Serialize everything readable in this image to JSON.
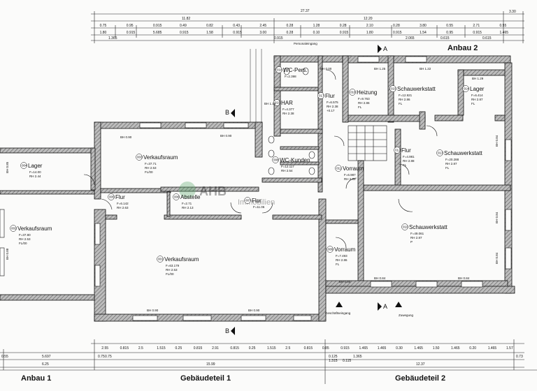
{
  "labels": {
    "anbau1": "Anbau 1",
    "anbau2": "Anbau 2",
    "gebaeudeteil1": "Gebäudeteil 1",
    "gebaeudeteil2": "Gebäudeteil 2",
    "personaleingang": "Personaleingang",
    "geschaeftseingang": "Geschäftseingang",
    "zuwegung": "Zuwegung",
    "watermark": "Immobilien",
    "section_A": "A",
    "section_B": "B"
  },
  "rooms": [
    {
      "id": "004",
      "name": "Lager",
      "f": "F=14.00",
      "rh": "RH 2.44",
      "floor": ""
    },
    {
      "id": "002",
      "name": "Verkaufsraum",
      "f": "F=37.80",
      "rh": "RH 2.53",
      "floor": "FL/00"
    },
    {
      "id": "003",
      "name": "Verkaufsraum",
      "f": "F=37.71",
      "rh": "RH 2.53",
      "floor": "FL/00"
    },
    {
      "id": "005",
      "name": "Flur",
      "f": "F=6.142",
      "rh": "RH 2.63",
      "floor": ""
    },
    {
      "id": "006",
      "name": "Abstelle",
      "f": "F=2.71",
      "rh": "RH 2.13",
      "floor": ""
    },
    {
      "id": "007",
      "name": "Flur",
      "f": "F=11.06",
      "rh": "",
      "floor": ""
    },
    {
      "id": "001",
      "name": "Verkaufsraum",
      "f": "F=63.179",
      "rh": "RH 2.53",
      "floor": "FL/00"
    },
    {
      "id": "008",
      "name": "WC-Kunden",
      "f": "F=12.117",
      "rh": "RH 2.54",
      "floor": ""
    },
    {
      "id": "018",
      "name": "WC-Pers.",
      "f": "F=2.398",
      "rh": "",
      "floor": ""
    },
    {
      "id": "019",
      "name": "HAR",
      "f": "F=4.377",
      "rh": "RH 2.38",
      "floor": ""
    },
    {
      "id": "017",
      "name": "Flur",
      "f": "F=6.575",
      "rh": "RH 2.38",
      "floor": "+0.17"
    },
    {
      "id": "016",
      "name": "Heizung",
      "f": "F=9.763",
      "rh": "RH 2.86",
      "floor": "FL"
    },
    {
      "id": "015",
      "name": "Schauwerkstatt",
      "f": "F=12.921",
      "rh": "RH 2.86",
      "floor": "FL"
    },
    {
      "id": "014",
      "name": "Lager",
      "f": "F=6.414",
      "rh": "RH 2.87",
      "floor": "FL"
    },
    {
      "id": "013",
      "name": "Schauwerkstatt",
      "f": "F=20.288",
      "rh": "RH 2.87",
      "floor": "FL"
    },
    {
      "id": "012",
      "name": "Flur",
      "f": "F=4.981",
      "rh": "RH 2.88",
      "floor": "FL"
    },
    {
      "id": "011",
      "name": "Vorraum",
      "f": "F=6.987",
      "rh": "RH 2.69",
      "floor": ""
    },
    {
      "id": "010",
      "name": "Schauwerkstatt",
      "f": "F=49.061",
      "rh": "RH 2.87",
      "floor": "P"
    },
    {
      "id": "009",
      "name": "Vorraum",
      "f": "F=7.493",
      "rh": "RH 2.86",
      "floor": "FL"
    }
  ],
  "bh_labels": [
    "BH 0.90",
    "BH 0.90",
    "BH 0.90",
    "BH 0.90",
    "BH 1.25",
    "BH 1.22",
    "BH 1.29",
    "BH 0.84",
    "BH 0.84",
    "BH 0.00",
    "BH 0.85",
    "BH 0.88",
    "BH 0.84",
    "BH 0.84",
    "BH 0.84",
    "BH 1.16",
    "BH 0.00"
  ],
  "dims_top_1": [
    "27.37"
  ],
  "dims_top_2": [
    "11.82",
    "12.20",
    "3.30"
  ],
  "dims_top_3": [
    "0.75",
    "0.95",
    "0.915",
    "0.49",
    "0.82",
    "0.43",
    "2.45",
    "0.28",
    "1.28",
    "0.28",
    "2.10",
    "0.28",
    "3.80",
    "0.55",
    "2.71",
    "0.55"
  ],
  "dims_top_4": [
    "1.80",
    "0.915",
    "5.685",
    "0.915",
    "1.58",
    "0.915",
    "3.00",
    "0.28",
    "0.10",
    "0.915",
    "1.80",
    "0.915",
    "1.54",
    "0.95",
    "0.915",
    "1.465"
  ],
  "dims_top_5": [
    "1.365",
    "0.915",
    "2.065",
    "0.615",
    "0.615"
  ],
  "dims_bottom_1": [
    "2.55",
    "0.815",
    "2.5",
    "1.515",
    "0.25",
    "0.815",
    "2.91",
    "0.815",
    "0.25",
    "1.515",
    "2.5",
    "0.815",
    "0.85",
    "0.915",
    "1.465",
    "1.465",
    "0.30",
    "1.465",
    "1.50",
    "1.465",
    "0.20",
    "1.465",
    "1.57"
  ],
  "dims_bottom_2": [
    "5.697",
    "0.75",
    "1.315",
    "0.115",
    "1.365"
  ],
  "dims_bottom_3": [
    "6.25",
    "15.99",
    "12.37"
  ],
  "dims_bottom_4": [
    "0.55",
    "0.75",
    "0.125",
    "0.73"
  ]
}
